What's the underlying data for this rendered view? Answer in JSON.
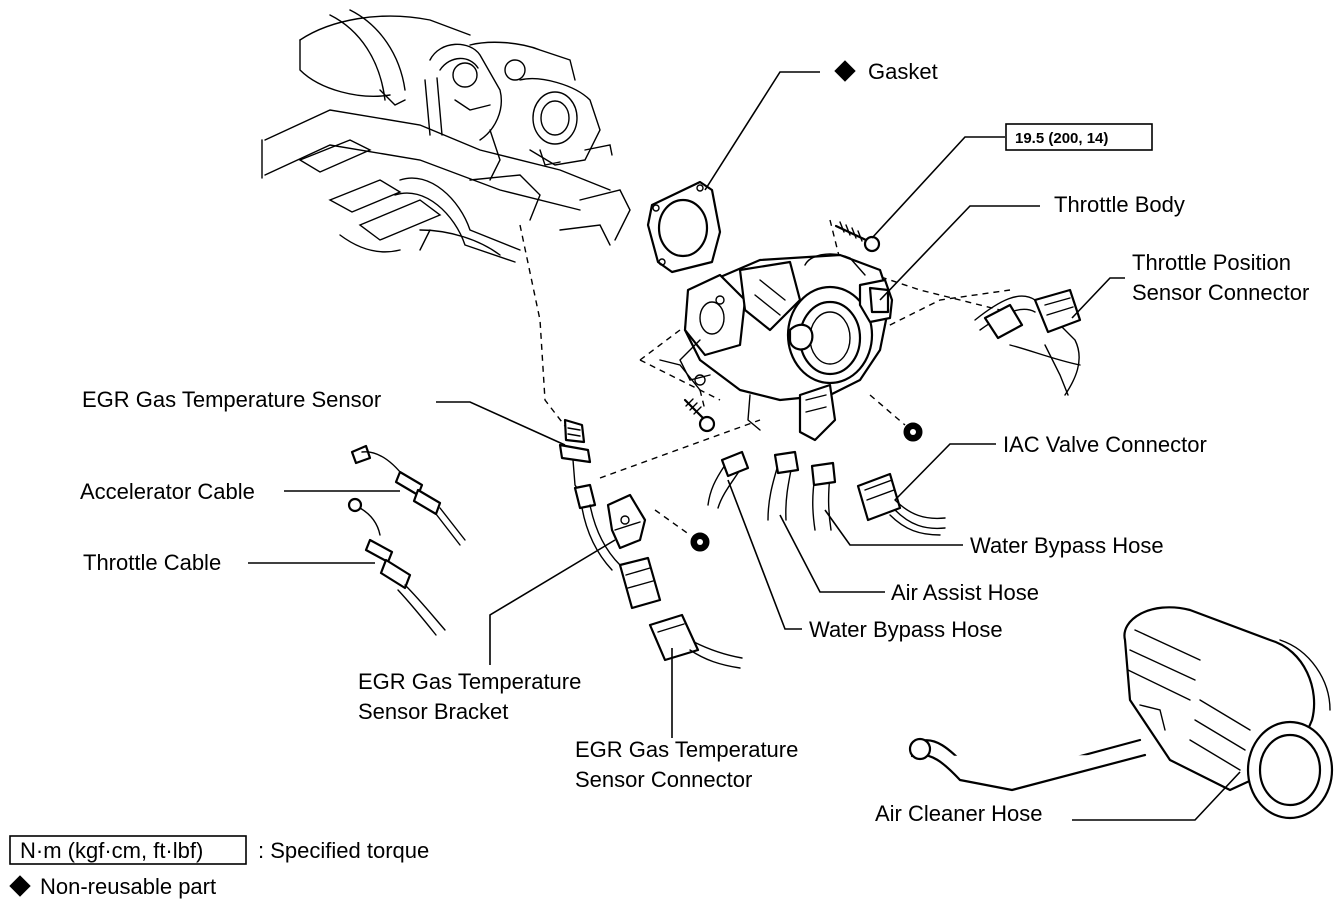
{
  "labels": {
    "gasket": "Gasket",
    "torque_value": "19.5 (200, 14)",
    "throttle_body": "Throttle Body",
    "tps_connector_line1": "Throttle Position",
    "tps_connector_line2": "Sensor Connector",
    "egr_sensor": "EGR Gas Temperature Sensor",
    "accelerator_cable": "Accelerator Cable",
    "throttle_cable": "Throttle Cable",
    "iac_connector": "IAC Valve Connector",
    "water_bypass_hose_1": "Water Bypass Hose",
    "air_assist_hose": "Air Assist Hose",
    "water_bypass_hose_2": "Water Bypass Hose",
    "egr_bracket_line1": "EGR Gas Temperature",
    "egr_bracket_line2": "Sensor Bracket",
    "egr_connector_line1": "EGR Gas Temperature",
    "egr_connector_line2": "Sensor Connector",
    "air_cleaner_hose": "Air Cleaner Hose"
  },
  "legend": {
    "torque_unit": "N·m (kgf·cm, ft·lbf)",
    "torque_text": ": Specified torque",
    "nonreusable_text": "Non-reusable part"
  },
  "icons": {
    "nonreusable": "black-diamond-icon"
  }
}
